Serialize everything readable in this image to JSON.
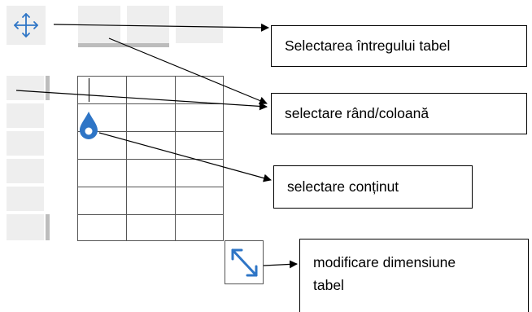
{
  "labels": {
    "select_table": "Selectarea întregului tabel",
    "select_row_col": "selectare rând/coloană",
    "select_content": "selectare conținut",
    "resize_line1": "modificare dimensiune",
    "resize_line2": "tabel"
  },
  "icons": {
    "move_handle": "move-arrows-icon",
    "content_handle": "drop-pin-icon",
    "resize_handle": "diagonal-resize-icon"
  },
  "colors": {
    "accent": "#2e75c6",
    "handle_fill": "#eeeeee",
    "handle_bar": "#bcbcbc",
    "grid": "#555555"
  },
  "table_grid": {
    "rows": 6,
    "columns": 3
  }
}
